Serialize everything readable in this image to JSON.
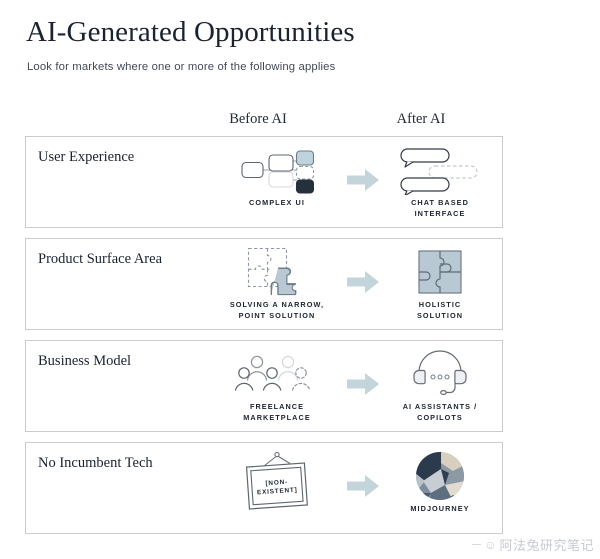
{
  "header": {
    "title": "AI-Generated Opportunities",
    "subtitle": "Look for markets where one or more of the following applies"
  },
  "columns": {
    "before": "Before AI",
    "after": "After AI"
  },
  "colors": {
    "arrow": "#c3d4db",
    "card_border": "#c9ccd1",
    "ink": "#1b2430",
    "accent_light_blue": "#bed3dc",
    "accent_dark_navy": "#262f3c",
    "puzzle_fill": "#b9c9d4",
    "midjourney_navy": "#2b3a4d",
    "midjourney_beige": "#d9cfc0"
  },
  "rows": [
    {
      "label": "User Experience",
      "before": {
        "icon": "complex-ui-boxes-icon",
        "caption": "COMPLEX UI"
      },
      "after": {
        "icon": "chat-bubbles-icon",
        "caption": "CHAT BASED\nINTERFACE"
      }
    },
    {
      "label": "Product Surface Area",
      "before": {
        "icon": "single-puzzle-piece-icon",
        "caption": "SOLVING A NARROW,\nPOINT SOLUTION"
      },
      "after": {
        "icon": "complete-puzzle-icon",
        "caption": "HOLISTIC\nSOLUTION"
      }
    },
    {
      "label": "Business Model",
      "before": {
        "icon": "people-group-icon",
        "caption": "FREELANCE\nMARKETPLACE"
      },
      "after": {
        "icon": "headset-icon",
        "caption": "AI ASSISTANTS /\nCOPILOTS"
      }
    },
    {
      "label": "No Incumbent Tech",
      "before": {
        "icon": "hanging-sign-icon",
        "caption": "",
        "sign_text": "[NON-\nEXISTENT]"
      },
      "after": {
        "icon": "midjourney-logo-icon",
        "caption": "MIDJOURNEY"
      }
    }
  ],
  "watermark": {
    "text": "阿法兔研究笔记"
  }
}
